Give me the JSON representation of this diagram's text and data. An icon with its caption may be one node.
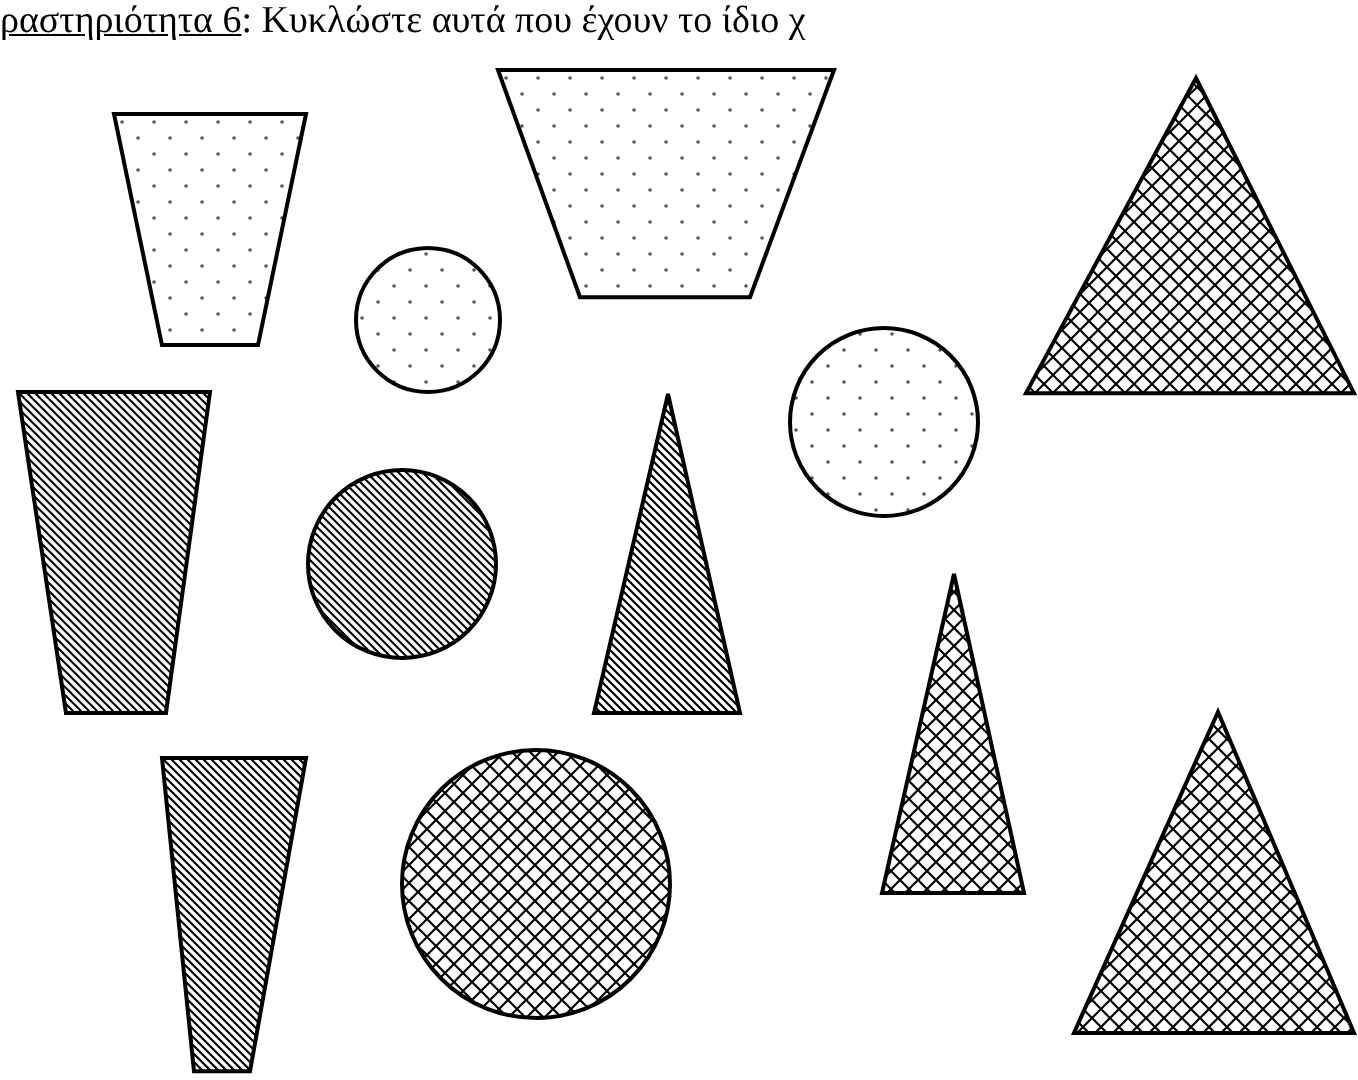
{
  "diagram": {
    "nodes": [
      {
        "text": [],
        "shape": "trapezoid"
      },
      {
        "text": [],
        "shape": "triangle"
      },
      {
        "text": [],
        "shape": "trapezoid"
      },
      {
        "text": [],
        "shape": "circle"
      },
      {
        "text": [],
        "shape": "circle"
      },
      {
        "text": [],
        "shape": "trapezoid"
      },
      {
        "text": [],
        "shape": "triangle"
      },
      {
        "text": [],
        "shape": "circle"
      },
      {
        "text": [],
        "shape": "triangle"
      },
      {
        "text": [],
        "shape": "trapezoid"
      },
      {
        "text": [],
        "shape": "circle"
      },
      {
        "text": [],
        "shape": "triangle"
      }
    ],
    "labels": [
      "ραστηριότητα 6",
      ": Κυκλώστε αυτά που έχουν το ίδιο χ"
    ]
  }
}
